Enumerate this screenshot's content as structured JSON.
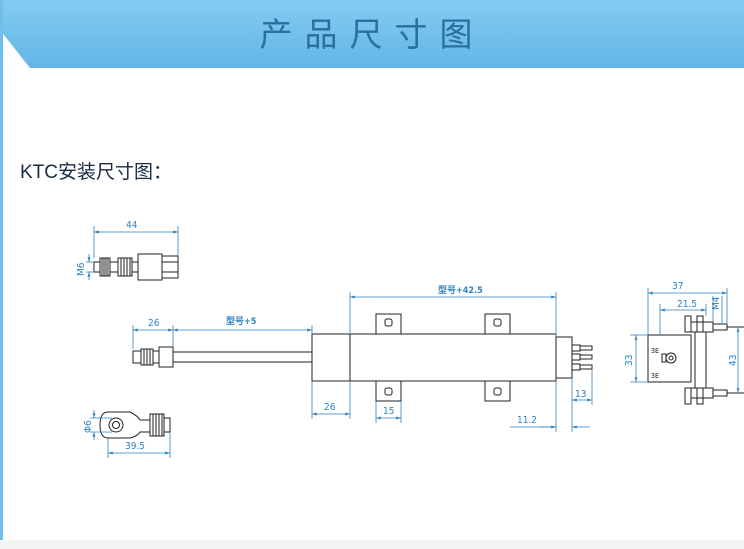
{
  "banner": {
    "title": "产品尺寸图",
    "color_light": "#7fc7ef",
    "color_dark": "#5aaee0"
  },
  "section": {
    "heading": "KTC安装尺寸图："
  },
  "dimensions": {
    "rod_end_length": "44",
    "rod_end_thread": "M6",
    "rod_offset": "26",
    "stroke": "型号+5",
    "body_length": "型号+42.5",
    "body_start": "26",
    "bracket_width": "15",
    "connector_offset": "11.2",
    "connector_width": "13",
    "eye_length": "39.5",
    "eye_hole": "Φ6",
    "side_total_width": "37",
    "side_inner_width": "21.5",
    "side_thread": "M4",
    "side_body_height": "33",
    "side_total_height": "43"
  },
  "colors": {
    "dimension_line": "#2d82c0",
    "outline": "#222222",
    "heading": "#1a2a44"
  }
}
